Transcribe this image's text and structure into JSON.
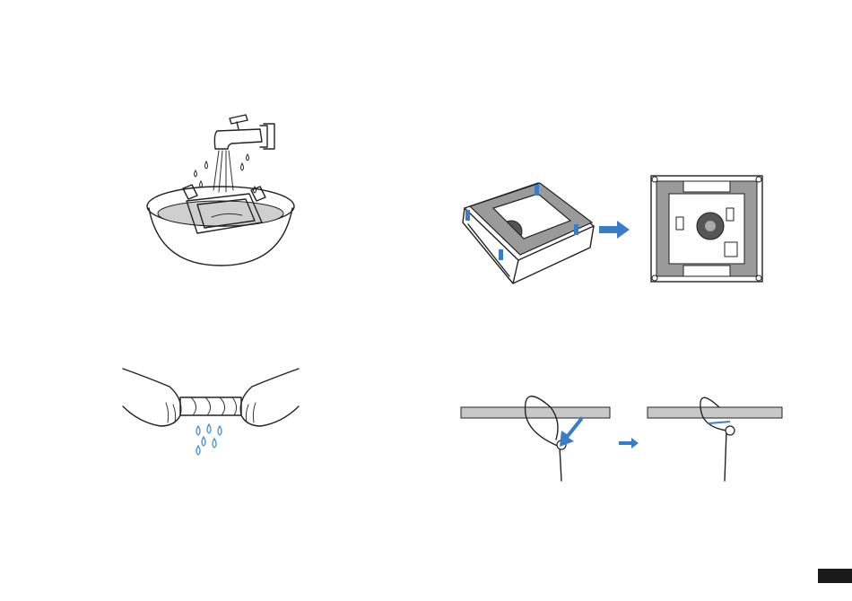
{
  "colors": {
    "ink": "#222222",
    "arrow_blue": "#3a7cc6",
    "water_blue": "#4a8fd6",
    "pad_gray": "#cfcfcf",
    "plate_gray": "#9a9a9a",
    "bar_gray": "#c8c8c8",
    "tab": "#1a1a1a"
  },
  "figures": [
    {
      "name": "wash-pad-in-bowl",
      "icons": [
        "faucet-icon",
        "bowl-icon",
        "cleaning-pad-icon",
        "water-drops-icon"
      ]
    },
    {
      "name": "attach-pad-to-robot",
      "icons": [
        "robot-underside-icon",
        "cleaning-pad-icon",
        "blue-arrow-icon"
      ]
    },
    {
      "name": "wring-pad",
      "icons": [
        "hands-icon",
        "twisted-pad-icon",
        "water-drops-icon"
      ]
    },
    {
      "name": "tie-safety-rope",
      "icons": [
        "bar-icon",
        "rope-loop-icon",
        "blue-arrow-icon"
      ]
    }
  ]
}
